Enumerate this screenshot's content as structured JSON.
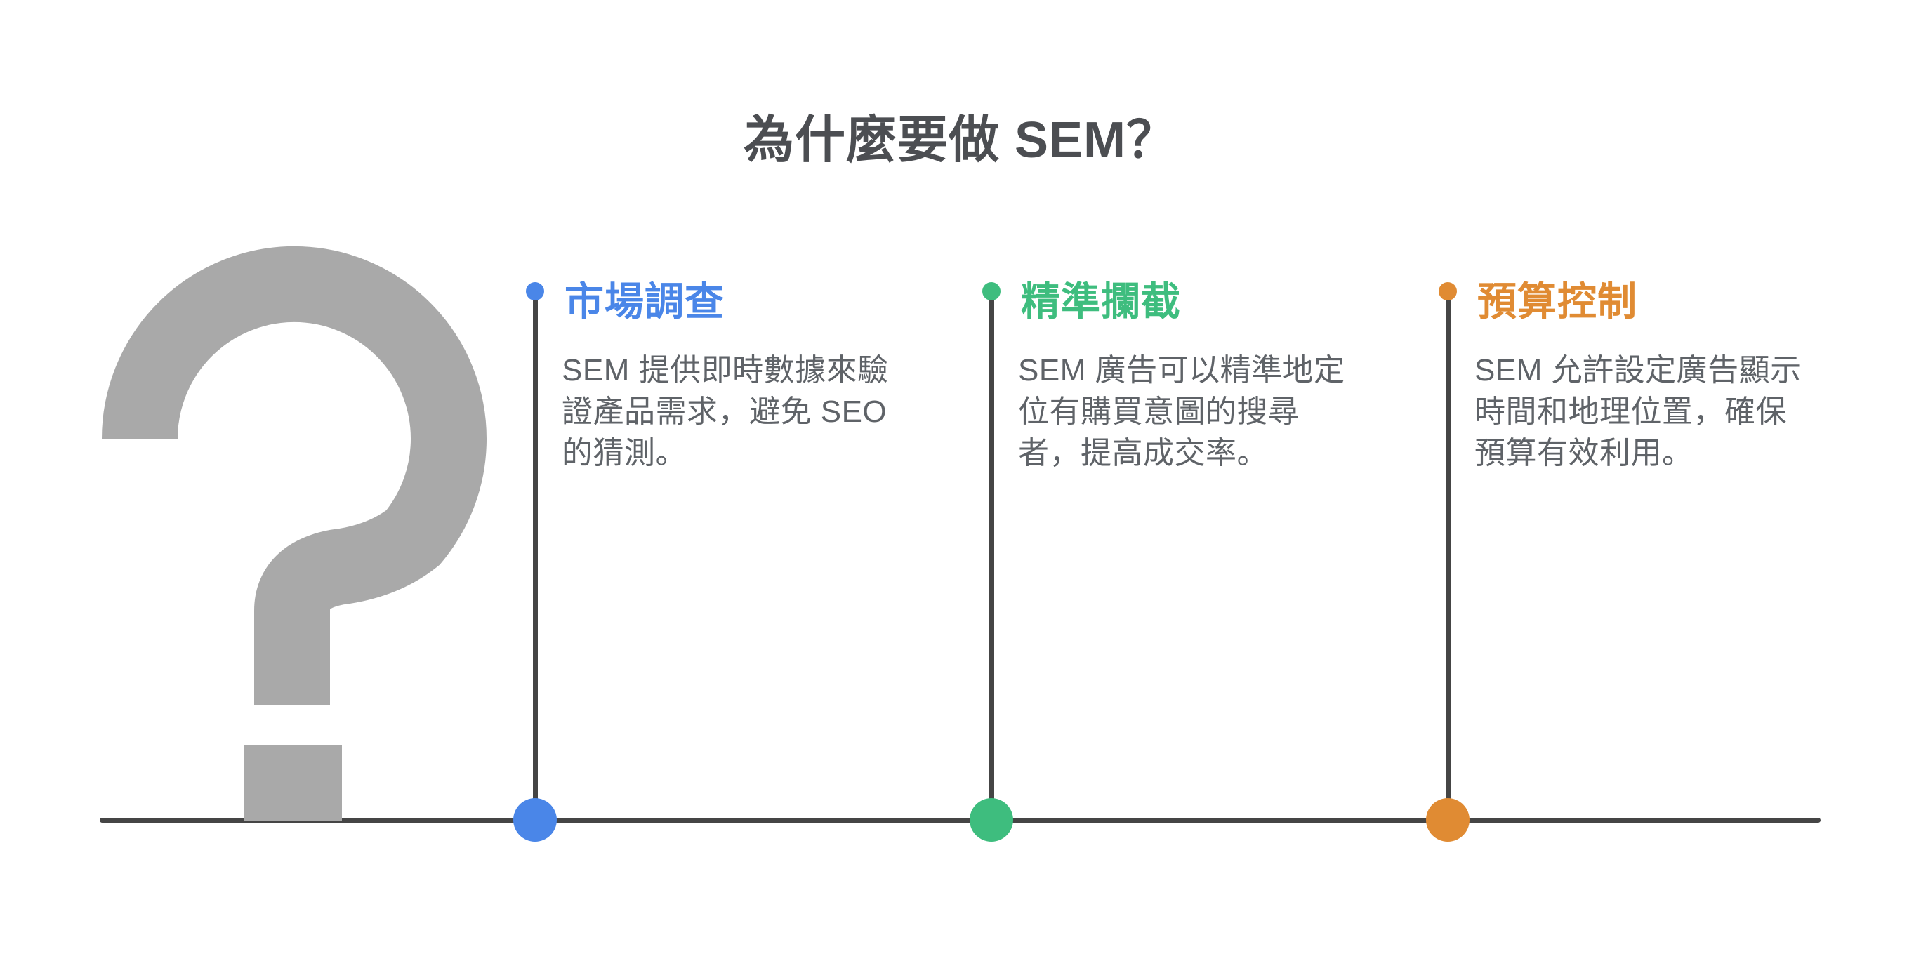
{
  "title": "為什麼要做 SEM？",
  "colors": {
    "title": "#4c4e52",
    "line": "#454545",
    "question_mark": "#a9a9a9",
    "body_text": "#5f6368"
  },
  "columns": [
    {
      "heading": "市場調查",
      "color": "#4a86e8",
      "body": "SEM 提供即時數據來驗證產品需求，避免 SEO 的猜測。",
      "lines": [
        "SEM 提供即時數據來驗",
        "證產品需求，避免 SEO",
        "的猜測。"
      ]
    },
    {
      "heading": "精準攔截",
      "color": "#3ebd7e",
      "body": "SEM 廣告可以精準地定位有購買意圖的搜尋者，提高成交率。",
      "lines": [
        "SEM 廣告可以精準地定",
        "位有購買意圖的搜尋",
        "者，提高成交率。"
      ]
    },
    {
      "heading": "預算控制",
      "color": "#e08b33",
      "body": "SEM 允許設定廣告顯示時間和地理位置，確保預算有效利用。",
      "lines": [
        "SEM 允許設定廣告顯示",
        "時間和地理位置，確保",
        "預算有效利用。"
      ]
    }
  ]
}
